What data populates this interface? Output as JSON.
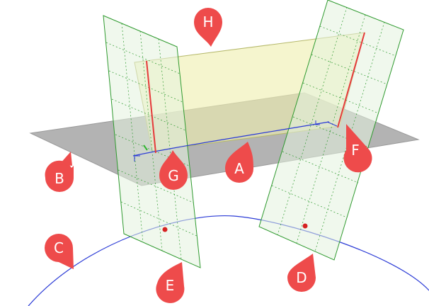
{
  "colors": {
    "callout": "#ee4b4b",
    "callout_text": "#ffffff",
    "ground_plane": "#b3b3b3",
    "vertical_plane_fill": "#e3f3df",
    "vertical_plane_edge": "#2f9a2f",
    "connecting_plane_fill": "#efefb0",
    "connecting_plane_edge": "#b5b86a",
    "curve": "#2b3bd6",
    "edge_highlight": "#e53a3a",
    "point": "#d62222"
  },
  "callouts": {
    "A": "A",
    "B": "B",
    "C": "C",
    "D": "D",
    "E": "E",
    "F": "F",
    "G": "G",
    "H": "H"
  }
}
